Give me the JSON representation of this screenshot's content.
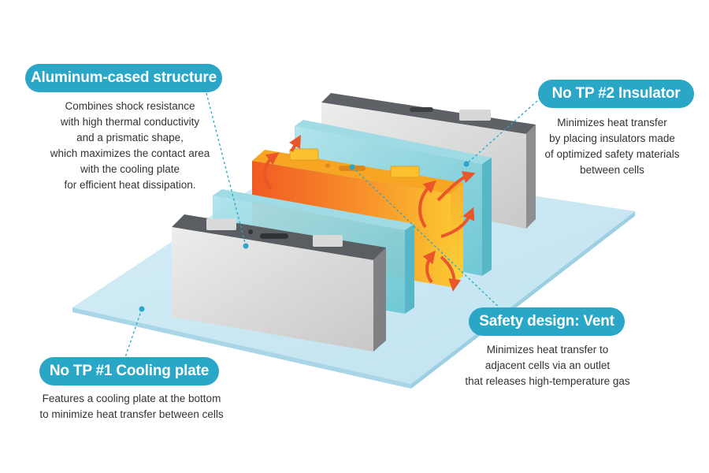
{
  "callouts": {
    "aluminum": {
      "title": "Aluminum-cased structure",
      "lines": [
        "Combines shock resistance",
        "with high thermal conductivity",
        "and a prismatic shape,",
        "which maximizes the contact area",
        "with the cooling plate",
        "for efficient heat dissipation."
      ]
    },
    "insulator": {
      "title": "No TP #2 Insulator",
      "lines": [
        "Minimizes heat transfer",
        "by placing insulators made",
        "of optimized safety materials",
        "between cells"
      ]
    },
    "vent": {
      "title": "Safety design: Vent",
      "lines": [
        "Minimizes heat transfer to",
        "adjacent cells via an outlet",
        "that releases high-temperature gas"
      ]
    },
    "cooling": {
      "title": "No TP #1 Cooling plate",
      "lines": [
        "Features a cooling plate at the bottom",
        "to minimize heat transfer between cells"
      ]
    }
  },
  "colors": {
    "accent": "#2aa6c7",
    "cooling_plate": "#c7e6f2",
    "insulator": "#7fd0dc",
    "cell_grey": "#d9d9d9",
    "heated_cell": "#f57a1f",
    "arrow": "#e8562a"
  }
}
